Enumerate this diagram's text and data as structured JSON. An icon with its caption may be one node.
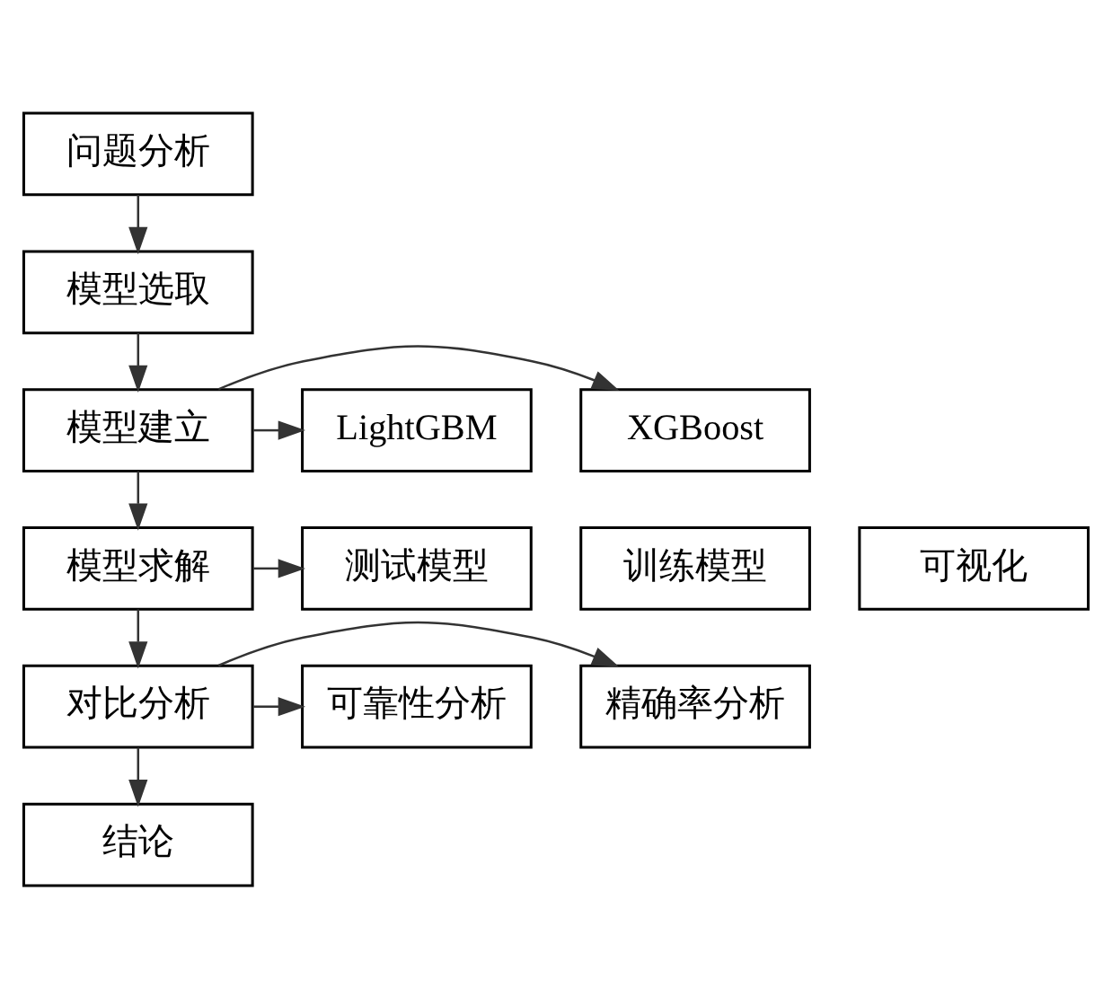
{
  "diagram": {
    "nodes": [
      {
        "text": [
          "问题分析"
        ]
      },
      {
        "text": [
          "模型选取"
        ]
      },
      {
        "text": [
          "XGBoost"
        ]
      },
      {
        "text": [
          "模型建立"
        ]
      },
      {
        "text": [
          "训练模型"
        ]
      },
      {
        "text": [
          "LightGBM"
        ]
      },
      {
        "text": [
          "模型求解"
        ]
      },
      {
        "text": [
          "测试模型"
        ]
      },
      {
        "text": [
          "可视化"
        ]
      },
      {
        "text": [
          "精确率分析"
        ]
      },
      {
        "text": [
          "对比分析"
        ]
      },
      {
        "text": [
          "可靠性分析"
        ]
      },
      {
        "text": [
          "结论"
        ]
      }
    ],
    "edges": [
      {
        "from": 0,
        "to": 1,
        "arrow": "to"
      },
      {
        "from": 1,
        "to": 3,
        "arrow": "to"
      },
      {
        "from": 3,
        "to": 2,
        "arrow": "to"
      },
      {
        "from": 3,
        "to": 5,
        "arrow": "to"
      },
      {
        "from": 3,
        "to": 6,
        "arrow": "to"
      },
      {
        "from": 6,
        "to": 7,
        "arrow": "to"
      },
      {
        "from": 6,
        "to": 10,
        "arrow": "to"
      },
      {
        "from": 10,
        "to": 9,
        "arrow": "to"
      },
      {
        "from": 10,
        "to": 11,
        "arrow": "to"
      },
      {
        "from": 10,
        "to": 12,
        "arrow": "to"
      }
    ]
  }
}
